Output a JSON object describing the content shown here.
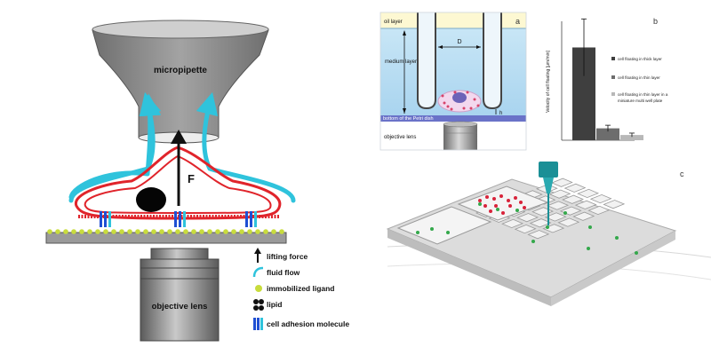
{
  "left_figure": {
    "pipette_label": "micropipette",
    "force_label": "F",
    "lens_label": "objective lens",
    "legend": [
      {
        "icon": "lifting-force-arrow",
        "label": "lifting force"
      },
      {
        "icon": "fluid-flow-arrow",
        "label": "fluid flow"
      },
      {
        "icon": "ligand-dot",
        "label": "immobilized ligand"
      },
      {
        "icon": "lipid-pair",
        "label": "lipid"
      },
      {
        "icon": "adhesion-molecule",
        "label": "cell adhesion molecule"
      }
    ]
  },
  "panel_a": {
    "letter": "a",
    "oil_layer": "oil layer",
    "medium_layer": "medium layer",
    "distance_label": "D",
    "height_label": "h",
    "dish_bottom": "bottom of the Petri dish",
    "lens_label": "objective lens"
  },
  "panel_b": {
    "letter": "b",
    "chart_data": {
      "type": "bar",
      "ylabel": "Velocity of cell floating [µm/min]",
      "ylim": [
        0,
        50
      ],
      "categories": [
        "cell floating in thick layer",
        "cell floating in thin layer",
        "cell floating in thin layer in a miniature multi well plate"
      ],
      "values": [
        39,
        5,
        2.2
      ],
      "errors": [
        12,
        1.3,
        0.8
      ],
      "colors": [
        "#3f3f3f",
        "#6d6d6d",
        "#b8b8b8"
      ],
      "grid": false,
      "legend_position": "right"
    }
  },
  "panel_c": {
    "letter": "c"
  },
  "colors": {
    "fluid_flow": "#2fc3dc",
    "cell_outline": "#e0242b",
    "adhesion_blue": "#1f4fd3",
    "ligand": "#c8dc3c",
    "pipette_gray": "#8c8c8c",
    "plate_gray": "#d6d6d6",
    "needle_teal": "#1a8f96"
  }
}
